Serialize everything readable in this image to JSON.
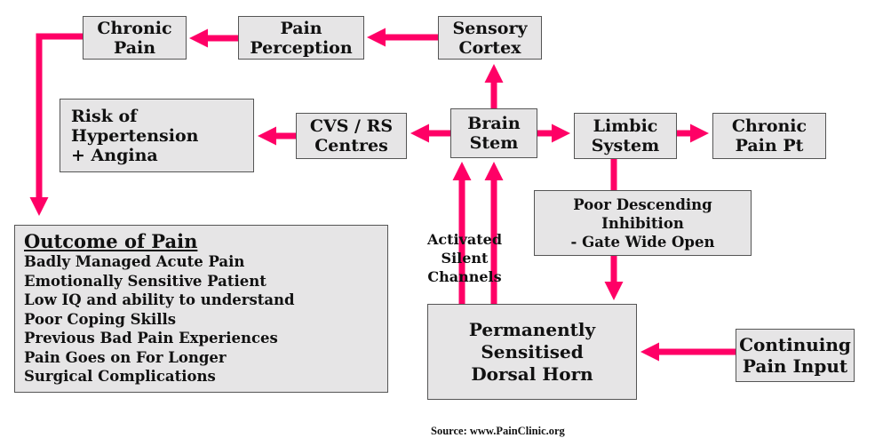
{
  "colors": {
    "arrow": "#ff0066",
    "box_fill": "#e6e5e6",
    "box_border": "#555555"
  },
  "nodes": {
    "chronic_pain": {
      "lines": [
        "Chronic",
        "Pain"
      ]
    },
    "pain_perception": {
      "lines": [
        "Pain",
        "Perception"
      ]
    },
    "sensory_cortex": {
      "lines": [
        "Sensory",
        "Cortex"
      ]
    },
    "risk_hypertension": {
      "lines": [
        "Risk of",
        "Hypertension",
        "+ Angina"
      ]
    },
    "cvs_rs_centres": {
      "lines": [
        "CVS / RS",
        "Centres"
      ]
    },
    "brain_stem": {
      "lines": [
        "Brain",
        "Stem"
      ]
    },
    "limbic_system": {
      "lines": [
        "Limbic",
        "System"
      ]
    },
    "chronic_pain_pt": {
      "lines": [
        "Chronic",
        "Pain Pt"
      ]
    },
    "poor_descending_inhibition": {
      "lines": [
        "Poor Descending",
        "Inhibition",
        "- Gate Wide Open"
      ]
    },
    "dorsal_horn": {
      "lines": [
        "Permanently",
        "Sensitised",
        "Dorsal Horn"
      ]
    },
    "continuing_pain_input": {
      "lines": [
        "Continuing",
        "Pain Input"
      ]
    }
  },
  "outcome": {
    "title": "Outcome of Pain",
    "items": [
      "Badly Managed Acute Pain",
      "Emotionally Sensitive Patient",
      "Low IQ and ability to understand",
      "Poor Coping Skills",
      "Previous Bad Pain Experiences",
      "Pain Goes on For Longer",
      "Surgical Complications"
    ]
  },
  "edge_label": {
    "lines": [
      "Activated",
      "Silent",
      "Channels"
    ]
  },
  "edges": [
    {
      "from": "sensory_cortex",
      "to": "pain_perception"
    },
    {
      "from": "pain_perception",
      "to": "chronic_pain"
    },
    {
      "from": "chronic_pain",
      "to": "outcome"
    },
    {
      "from": "brain_stem",
      "to": "sensory_cortex"
    },
    {
      "from": "brain_stem",
      "to": "cvs_rs_centres"
    },
    {
      "from": "cvs_rs_centres",
      "to": "risk_hypertension"
    },
    {
      "from": "brain_stem",
      "to": "limbic_system"
    },
    {
      "from": "limbic_system",
      "to": "chronic_pain_pt"
    },
    {
      "from": "limbic_system",
      "to": "poor_descending_inhibition"
    },
    {
      "from": "poor_descending_inhibition",
      "to": "dorsal_horn"
    },
    {
      "from": "dorsal_horn",
      "to": "brain_stem",
      "label": "Activated Silent Channels"
    },
    {
      "from": "dorsal_horn",
      "to": "brain_stem",
      "label": "Activated Silent Channels"
    },
    {
      "from": "continuing_pain_input",
      "to": "dorsal_horn"
    }
  ],
  "source": "Source: www.PainClinic.org"
}
